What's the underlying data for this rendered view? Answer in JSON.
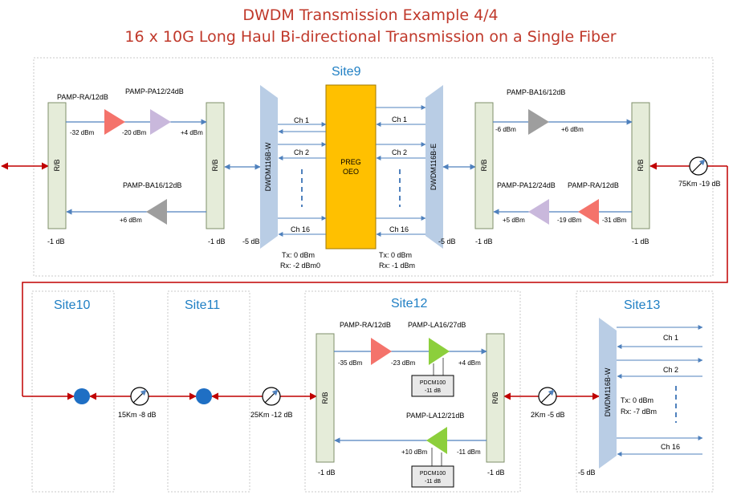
{
  "title": {
    "line1": "DWDM Transmission Example 4/4",
    "line2": "16 x 10G Long Haul Bi-directional Transmission on a Single Fiber"
  },
  "colors": {
    "title": "#c0392b",
    "site_label": "#1f7fc4",
    "fiber": "#c00000",
    "signal": "#4f81bd",
    "amp_ra": "#f4736b",
    "amp_pa": "#c9b8dc",
    "amp_ba": "#9e9e9e",
    "amp_la": "#8ccf3c",
    "rb_box": "#e5ecd9",
    "mux": "#b9cde5",
    "oeo": "#ffc000",
    "node": "#1f6fc4"
  },
  "site9": {
    "label": "Site9",
    "left": {
      "ra_label": "PAMP-RA/12dB",
      "pa_label": "PAMP-PA12/24dB",
      "ba_label": "PAMP-BA16/12dB",
      "rb1": "R/B",
      "rb2": "R/B",
      "p1": "-32 dBm",
      "p2": "-20 dBm",
      "p3": "+4 dBm",
      "p4": "+6 dBm",
      "loss1": "-1 dB",
      "loss2": "-1 dB",
      "loss_mux": "-5 dB"
    },
    "mux_w": "DWDM116B-W",
    "mux_e": "DWDM116B-E",
    "oeo_line1": "PREG",
    "oeo_line2": "OEO",
    "channels": [
      "Ch 1",
      "Ch 2",
      "Ch 16"
    ],
    "txrx_left": {
      "tx": "Tx:   0 dBm",
      "rx": "Rx: -2 dBm0"
    },
    "txrx_right": {
      "tx": "Tx:   0 dBm",
      "rx": "Rx: -1 dBm"
    },
    "right": {
      "ba_label": "PAMP-BA16/12dB",
      "pa_label": "PAMP-PA12/24dB",
      "ra_label": "PAMP-RA/12dB",
      "rb1": "R/B",
      "rb2": "R/B",
      "p1": "-6 dBm",
      "p2": "+6 dBm",
      "p3": "+5 dBm",
      "p4": "-19 dBm",
      "p5": "-31 dBm",
      "loss_mux": "-5 dB",
      "loss1": "-1 dB",
      "loss2": "-1 dB"
    },
    "span_out": "75Km -19 dB"
  },
  "site10": {
    "label": "Site10"
  },
  "site11": {
    "label": "Site11"
  },
  "site12": {
    "label": "Site12",
    "ra_label": "PAMP-RA/12dB",
    "la1_label": "PAMP-LA16/27dB",
    "la2_label": "PAMP-LA12/21dB",
    "rb1": "R/B",
    "rb2": "R/B",
    "p1": "-35 dBm",
    "p2": "-23 dBm",
    "p3": "+4 dBm",
    "p4": "+10 dBm",
    "p5": "-11 dBm",
    "dcm1_line1": "PDCM100",
    "dcm1_line2": "-11 dB",
    "dcm2_line1": "PDCM100",
    "dcm2_line2": "-11 dB",
    "loss1": "-1 dB",
    "loss2": "-1 dB"
  },
  "site13": {
    "label": "Site13",
    "mux": "DWDM116B-W",
    "channels": [
      "Ch 1",
      "Ch 2",
      "Ch 16"
    ],
    "tx": "Tx:   0 dBm",
    "rx": "Rx:  -7 dBm",
    "loss_mux": "-5 dB"
  },
  "spans": {
    "s10_11": "15Km -8 dB",
    "s11_12": "25Km -12 dB",
    "s12_13": "2Km -5 dB"
  }
}
